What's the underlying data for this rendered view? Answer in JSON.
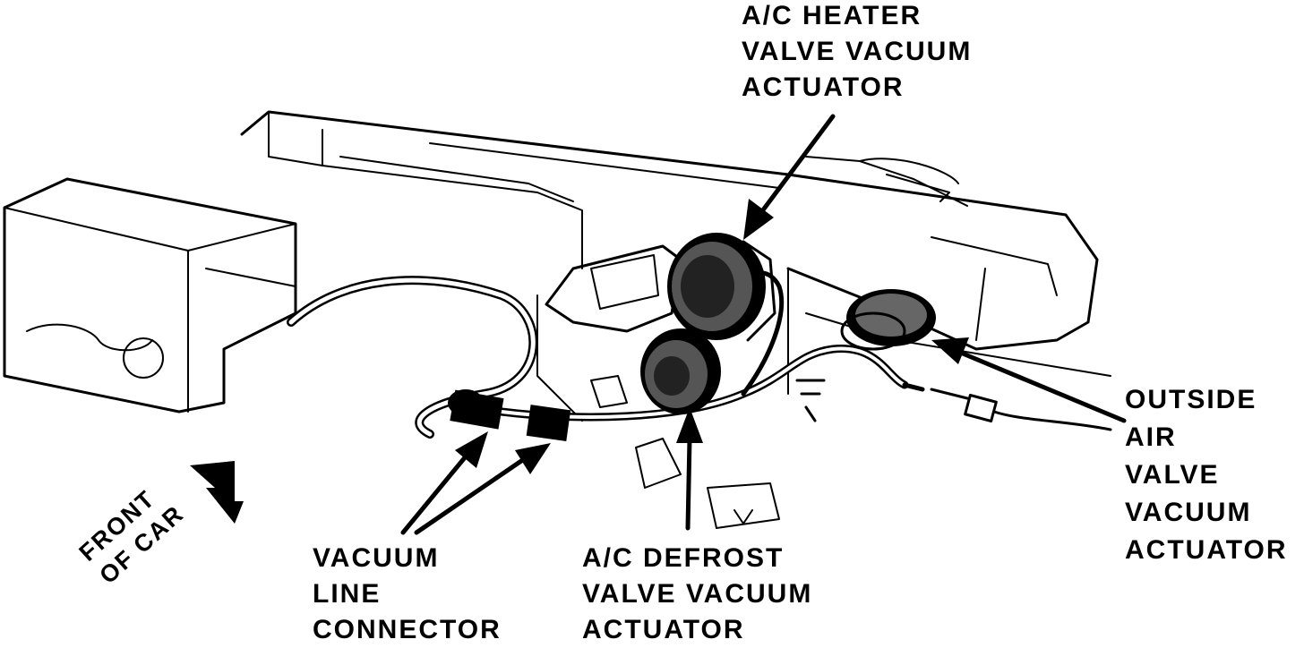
{
  "labels": {
    "heater_actuator": [
      "A/C HEATER",
      "VALVE VACUUM",
      "ACTUATOR"
    ],
    "outside_air_actuator": [
      "OUTSIDE",
      "AIR",
      "VALVE",
      "VACUUM",
      "ACTUATOR"
    ],
    "vacuum_line_connector": [
      "VACUUM",
      "LINE",
      "CONNECTOR"
    ],
    "defrost_actuator": [
      "A/C DEFROST",
      "VALVE VACUUM",
      "ACTUATOR"
    ],
    "front_of_car": [
      "FRONT",
      "OF CAR"
    ]
  },
  "colors": {
    "ink": "#000000",
    "paper": "#ffffff"
  }
}
